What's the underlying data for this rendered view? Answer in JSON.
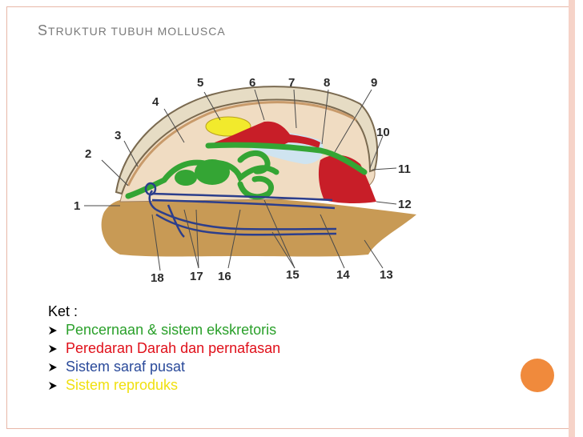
{
  "slide": {
    "title_cap": "S",
    "title_rest": "TRUKTUR TUBUH MOLLUSCA"
  },
  "diagram": {
    "labels": [
      "1",
      "2",
      "3",
      "4",
      "5",
      "6",
      "7",
      "8",
      "9",
      "10",
      "11",
      "12",
      "13",
      "14",
      "15",
      "16",
      "17",
      "18"
    ]
  },
  "legend": {
    "heading": "Ket :",
    "items": [
      {
        "text": "Pencernaan & sistem ekskretoris",
        "color": "#2aa02a"
      },
      {
        "text": "Peredaran Darah  dan pernafasan",
        "color": "#e0101a"
      },
      {
        "text": "Sistem saraf pusat",
        "color": "#2a4a9a"
      },
      {
        "text": "Sistem reproduks",
        "color": "#f0e010"
      }
    ]
  },
  "colors": {
    "foot": "#c89a55",
    "shell": "#e8d7b0",
    "digestive": "#34a534",
    "heart": "#c81e28",
    "nerve": "#2c3e8c",
    "gonad": "#f2ea2c",
    "accent": "#f08a3c"
  }
}
